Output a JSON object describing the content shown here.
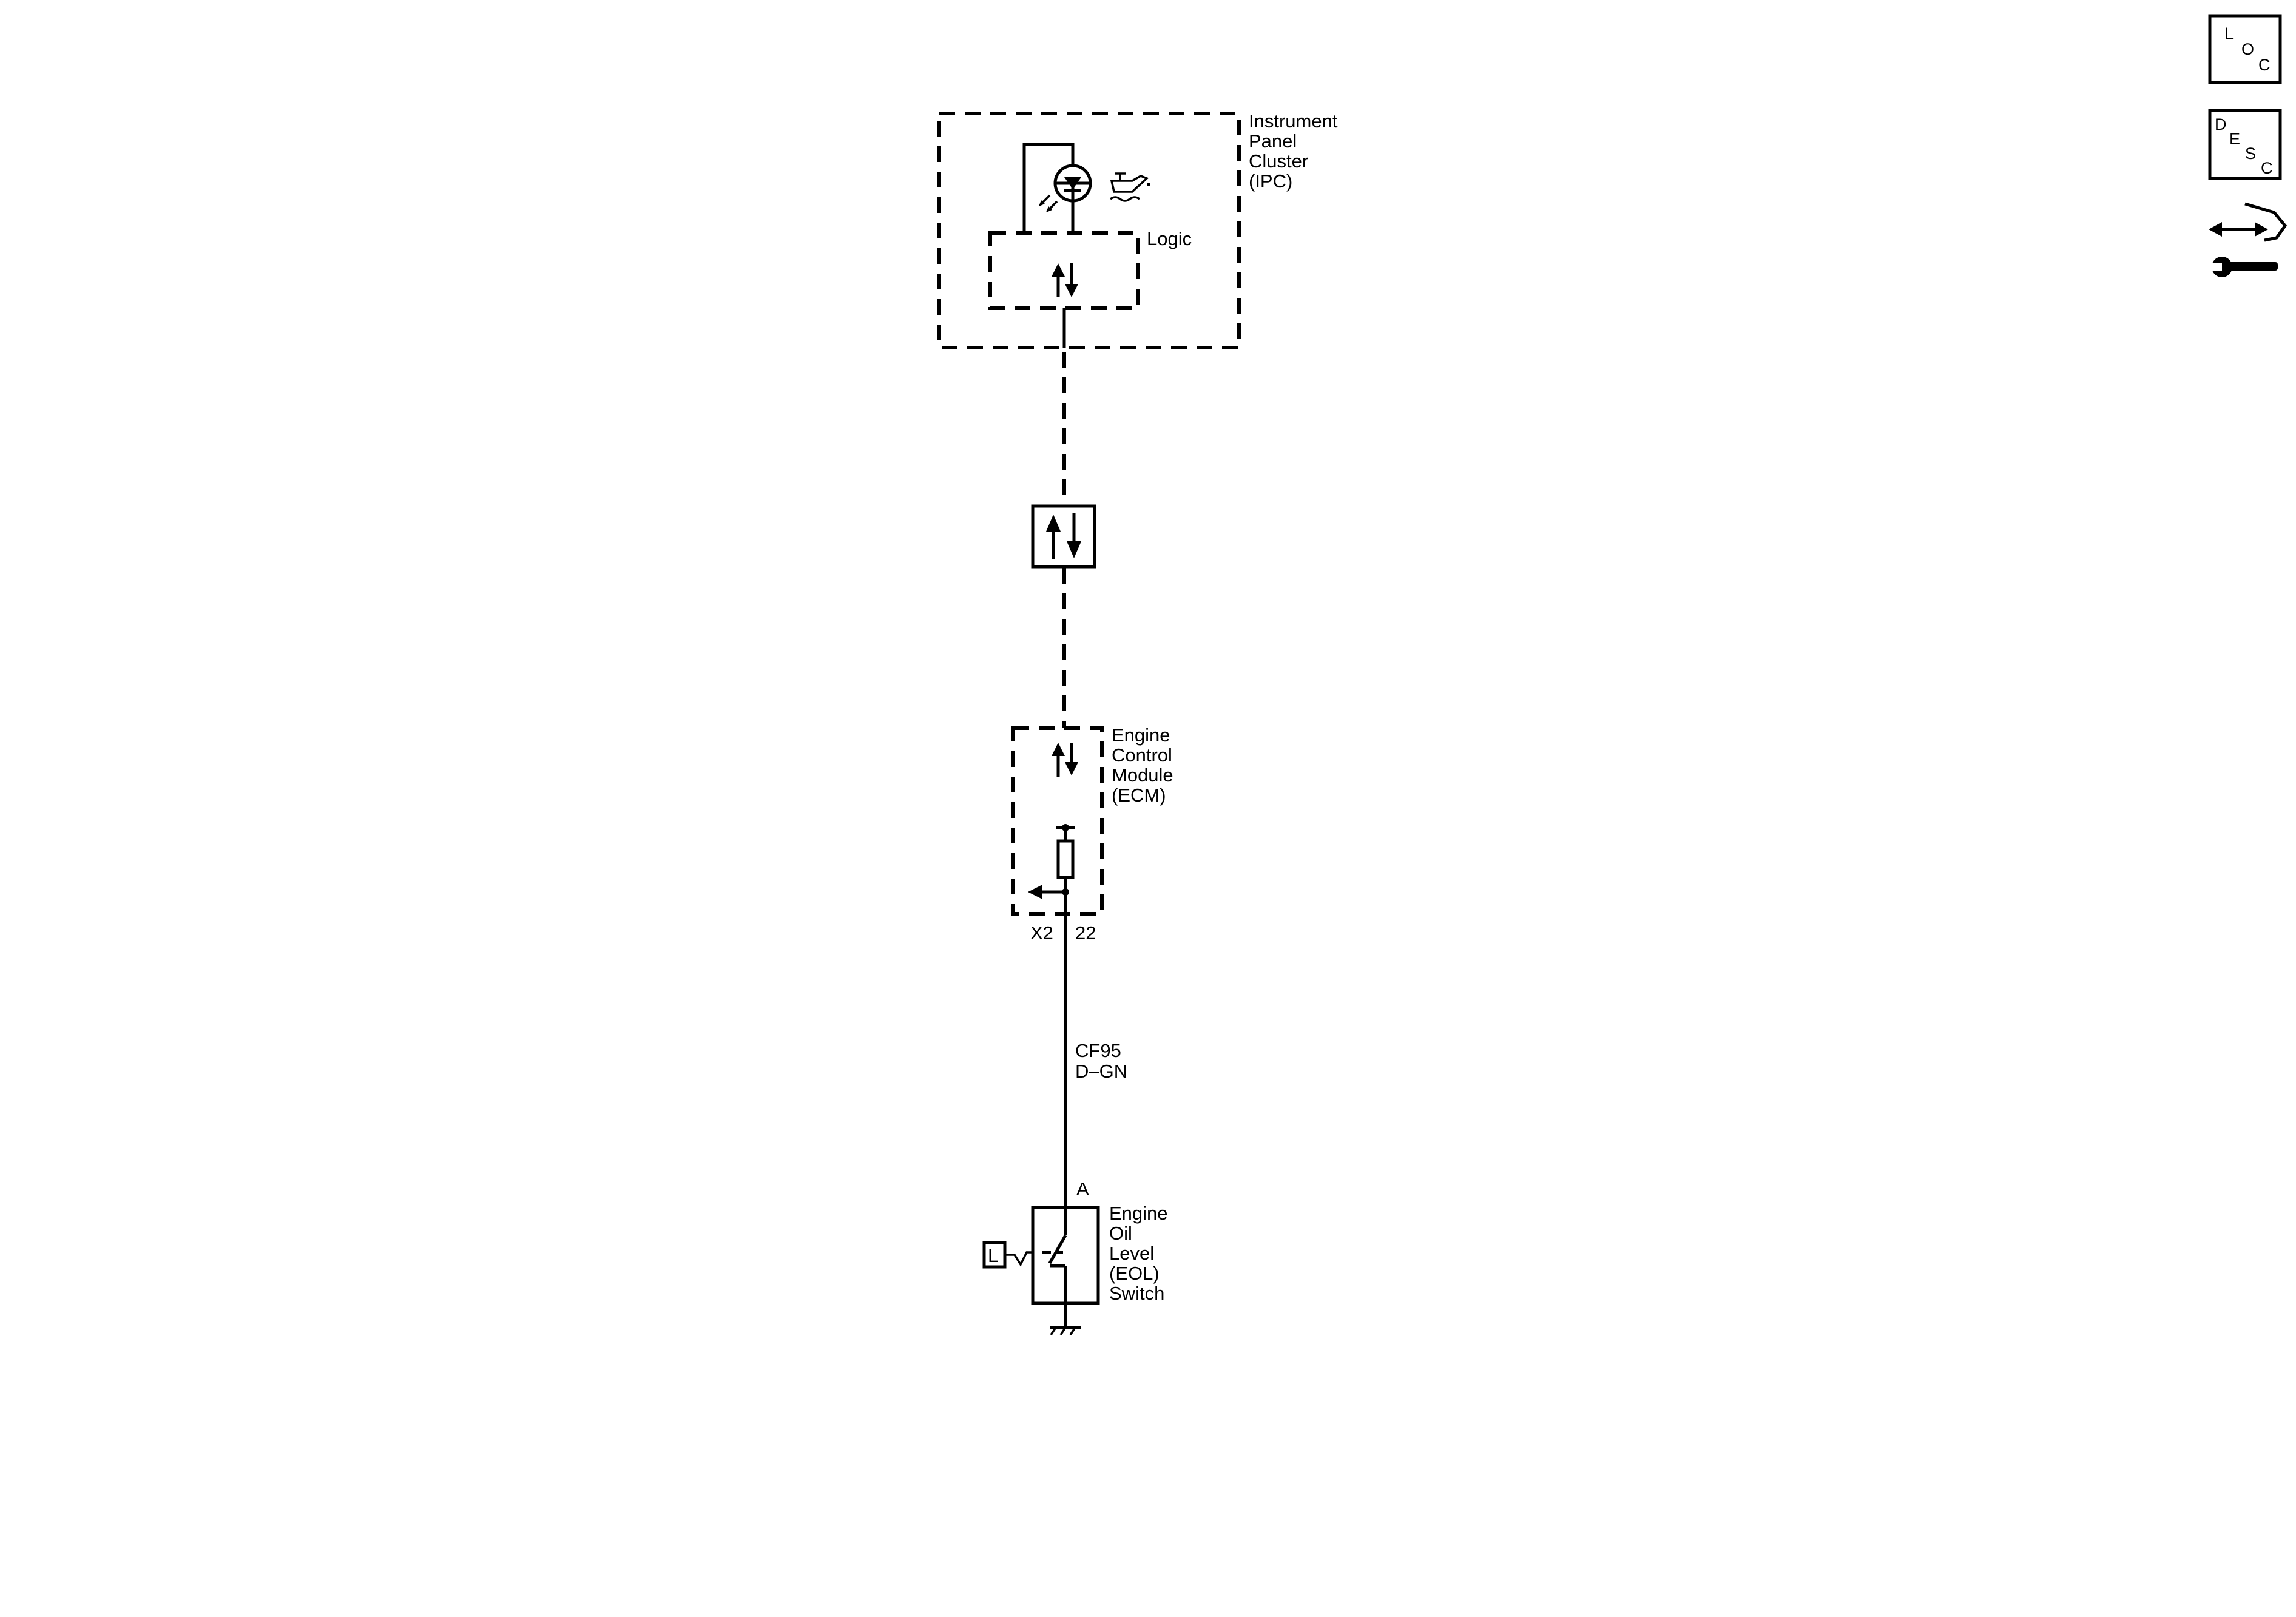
{
  "ipc": {
    "name_lines": [
      "Instrument",
      "Panel",
      "Cluster",
      "(IPC)"
    ],
    "logic_label": "Logic"
  },
  "ecm": {
    "name_lines": [
      "Engine",
      "Control",
      "Module",
      "(ECM)"
    ],
    "connector": "X2",
    "pin": "22"
  },
  "wire": {
    "circuit": "CF95",
    "color_code": "D–GN"
  },
  "eol_switch": {
    "pin": "A",
    "name_lines": [
      "Engine",
      "Oil",
      "Level",
      "(EOL)",
      "Switch"
    ],
    "symbol_letter": "L"
  },
  "nav": {
    "loc": {
      "letters": [
        "L",
        "O",
        "C"
      ]
    },
    "desc": {
      "letters": [
        "D",
        "E",
        "S",
        "C"
      ]
    }
  }
}
